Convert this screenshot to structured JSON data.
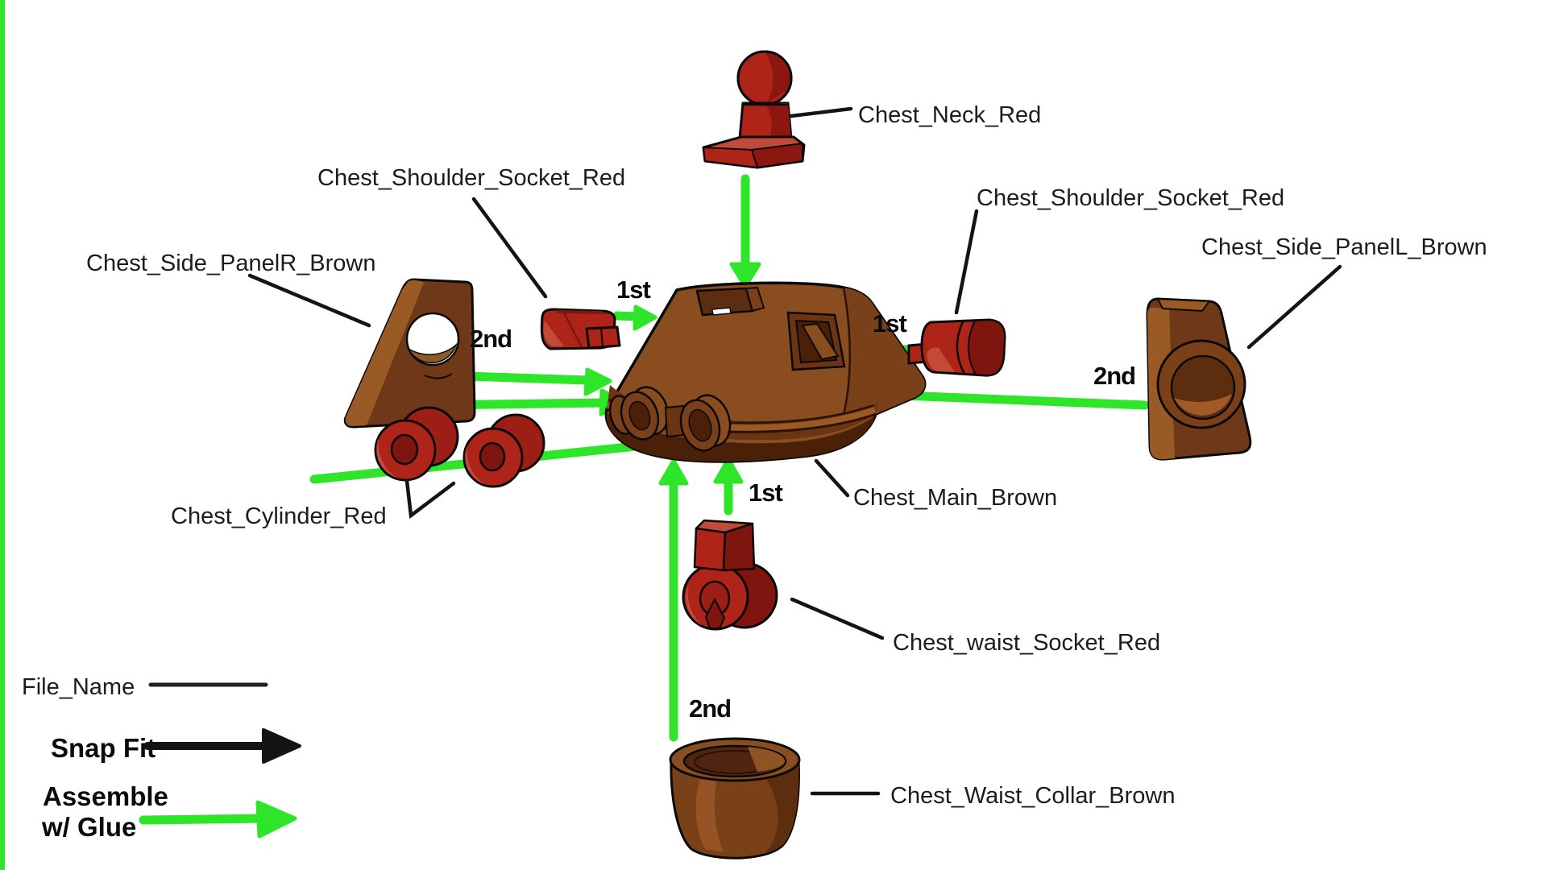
{
  "colors": {
    "glue_green": "#2EE52A",
    "snap_black": "#141414",
    "label_text": "#1C1C1C",
    "brown_base": "#8A4D20",
    "brown_dark": "#4A2008",
    "brown_panel": "#6F3919",
    "red_base": "#AE2418",
    "red_dark": "#7E150E",
    "background": "#FFFFFF"
  },
  "parts": {
    "neck": {
      "label": "Chest_Neck_Red"
    },
    "shoulder_socket_left": {
      "label": "Chest_Shoulder_Socket_Red",
      "step": "1st"
    },
    "shoulder_socket_right": {
      "label": "Chest_Shoulder_Socket_Red",
      "step": "1st"
    },
    "side_panel_right": {
      "label": "Chest_Side_PanelR_Brown",
      "step": "2nd"
    },
    "side_panel_left": {
      "label": "Chest_Side_PanelL_Brown",
      "step": "2nd"
    },
    "main_body": {
      "label": "Chest_Main_Brown"
    },
    "cylinders": {
      "label": "Chest_Cylinder_Red"
    },
    "waist_socket": {
      "label": "Chest_waist_Socket_Red",
      "step": "1st"
    },
    "waist_collar": {
      "label": "Chest_Waist_Collar_Brown",
      "step": "2nd"
    }
  },
  "legend": {
    "file_name": "File_Name",
    "snap_fit": "Snap Fit",
    "glue_line1": "Assemble",
    "glue_line2": "w/ Glue"
  }
}
